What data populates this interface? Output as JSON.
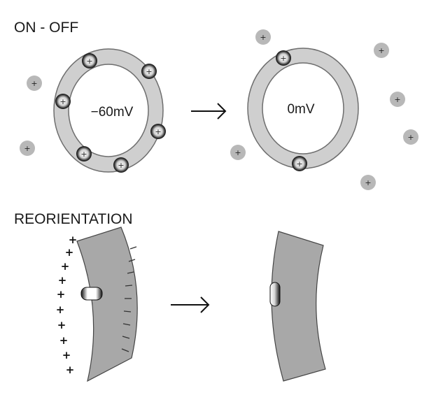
{
  "sections": {
    "onoff_title": "ON - OFF",
    "reorientation_title": "REORIENTATION"
  },
  "ring_before": {
    "potential_label": "−60mV"
  },
  "ring_after": {
    "potential_label": "0mV"
  },
  "ion_sign": "+",
  "membrane_charge": {
    "outside": "+",
    "inside": "–"
  },
  "colors": {
    "membrane_fill": "#cfcfcf",
    "membrane_edge": "#6e6e6e",
    "ion_fill": "#b8b8b8",
    "slab_fill": "#a8a8a8",
    "slab_edge": "#444444",
    "arrow": "#111111"
  }
}
